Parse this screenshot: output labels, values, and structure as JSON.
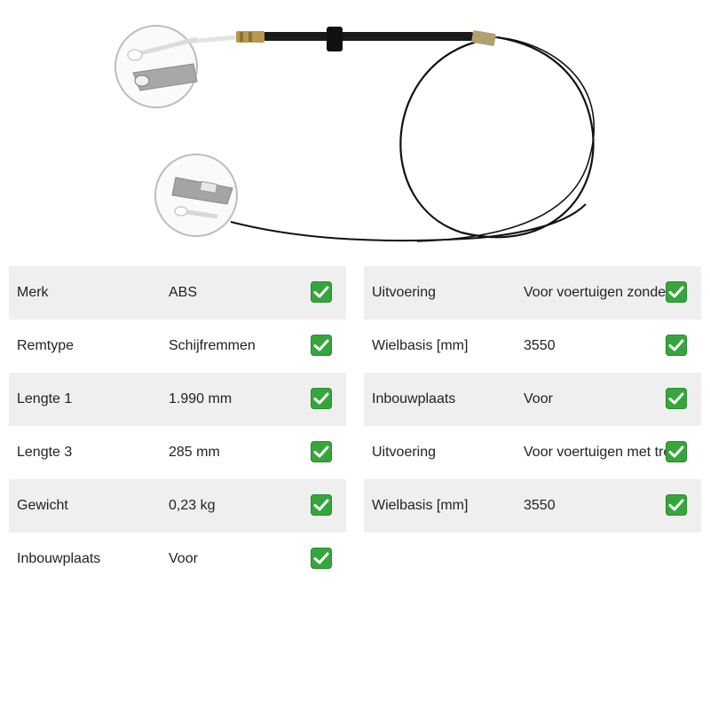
{
  "colors": {
    "row_shade": "#efefef",
    "check_green": "#35a63c",
    "text": "#222222"
  },
  "product_image": {
    "icon": "brake-cable-icon"
  },
  "left_specs": [
    {
      "label": "Merk",
      "value": "ABS",
      "icon": "check-icon"
    },
    {
      "label": "Remtype",
      "value": "Schijfremmen",
      "icon": "check-icon"
    },
    {
      "label": "Lengte 1",
      "value": "1.990 mm",
      "icon": "check-icon"
    },
    {
      "label": "Lengte 3",
      "value": "285 mm",
      "icon": "check-icon"
    },
    {
      "label": "Gewicht",
      "value": "0,23 kg",
      "icon": "check-icon"
    },
    {
      "label": "Inbouwplaats",
      "value": "Voor",
      "icon": "check-icon"
    }
  ],
  "right_specs": [
    {
      "label": "Uitvoering",
      "value": "Voor voertuigen zonder dr",
      "icon": "check-icon"
    },
    {
      "label": "Wielbasis [mm]",
      "value": "3550",
      "icon": "check-icon"
    },
    {
      "label": "Inbouwplaats",
      "value": "Voor",
      "icon": "check-icon"
    },
    {
      "label": "Uitvoering",
      "value": "Voor voertuigen met trekp",
      "icon": "check-icon"
    },
    {
      "label": "Wielbasis [mm]",
      "value": "3550",
      "icon": "check-icon"
    }
  ]
}
